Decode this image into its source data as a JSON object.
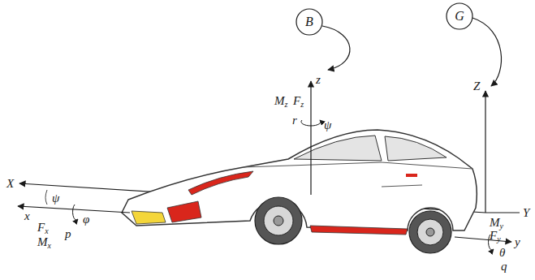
{
  "diagram": {
    "nodes": [
      {
        "text": [
          "B"
        ]
      },
      {
        "text": [
          "G"
        ]
      }
    ],
    "labels": [
      "z",
      "Mz",
      "Fz",
      "r",
      "ψ",
      "Z",
      "X",
      "ψ",
      "φ",
      "x",
      "Fx",
      "Mx",
      "p",
      "My",
      "Fy",
      "y",
      "θ",
      "q",
      "Y"
    ]
  }
}
